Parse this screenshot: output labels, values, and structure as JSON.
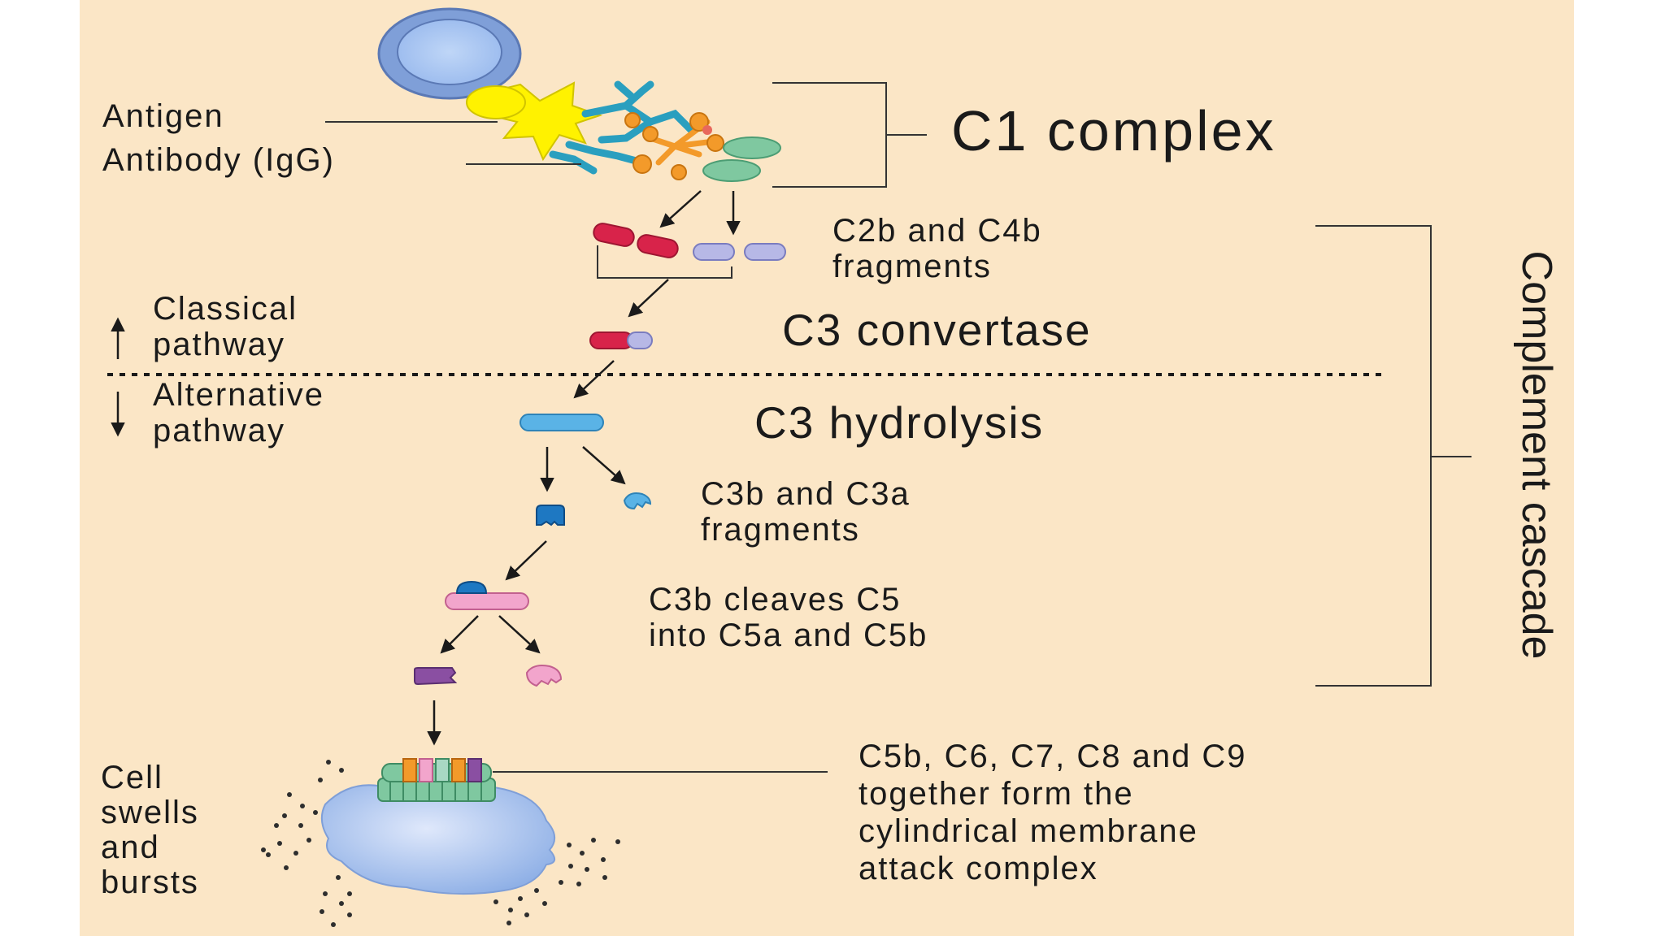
{
  "labels": {
    "antigen": "Antigen",
    "antibody": "Antibody (IgG)",
    "c1_complex": "C1 complex",
    "c2b_c4b": "C2b and C4b\nfragments",
    "classical": "Classical\npathway",
    "alternative": "Alternative\npathway",
    "c3_convertase": "C3 convertase",
    "c3_hydrolysis": "C3 hydrolysis",
    "c3b_c3a": "C3b and C3a\nfragments",
    "c3b_cleaves": "C3b cleaves C5\n into C5a and C5b",
    "mac": "C5b, C6, C7, C8 and C9\ntogether form the\ncylindrical membrane\nattack complex",
    "cell_bursts": "Cell\nswells\nand\nbursts",
    "complement_cascade": "Complement cascade"
  },
  "colors": {
    "background": "#fbe6c6",
    "antigen_yellow": "#fff200",
    "antibody_teal": "#2a9fbf",
    "c1_orange": "#f39a2a",
    "c1_green": "#7fc8a0",
    "fragment_red": "#d8234a",
    "fragment_lavender": "#b7b8e6",
    "c3_blue": "#5ab3e6",
    "c5_pink": "#f2a5cc",
    "c5_purple": "#8a4fa2",
    "cell_blue": "#a9c3ee"
  }
}
